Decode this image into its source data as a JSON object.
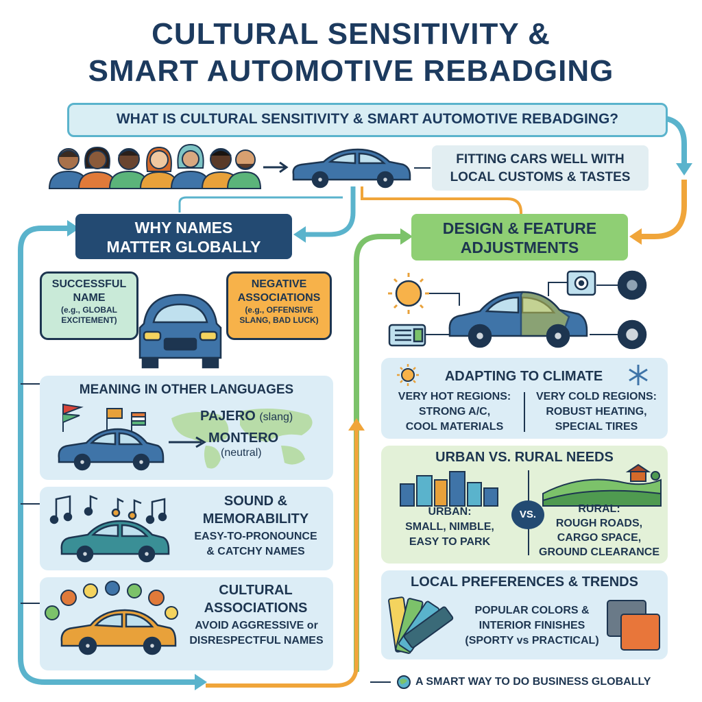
{
  "title": {
    "line1": "CULTURAL SENSITIVITY &",
    "line2": "SMART AUTOMOTIVE REBADGING"
  },
  "question": "WHAT IS CULTURAL SENSITIVITY & SMART AUTOMOTIVE REBADGING?",
  "definition": {
    "line1": "FITTING CARS WELL WITH",
    "line2": "LOCAL CUSTOMS & TASTES"
  },
  "names": {
    "heading1": "WHY NAMES",
    "heading2": "MATTER GLOBALLY",
    "success": {
      "l1": "SUCCESSFUL",
      "l2": "NAME",
      "l3": "(e.g., GLOBAL",
      "l4": "EXCITEMENT)"
    },
    "negative": {
      "l1": "NEGATIVE",
      "l2": "ASSOCIATIONS",
      "l3": "(e.g., OFFENSIVE",
      "l4": "SLANG, BAD LUCK)"
    },
    "languages": {
      "heading": "MEANING IN OTHER LANGUAGES",
      "name1": "PAJERO",
      "name1_note": "(slang)",
      "name2": "MONTERO",
      "name2_note": "(neutral)"
    },
    "sound": {
      "h1": "SOUND &",
      "h2": "MEMORABILITY",
      "d1": "EASY-TO-PRONOUNCE",
      "d2": "& CATCHY NAMES"
    },
    "cultural": {
      "h1": "CULTURAL",
      "h2": "ASSOCIATIONS",
      "d1": "AVOID AGGRESSIVE or",
      "d2": "DISRESPECTFUL NAMES"
    }
  },
  "design": {
    "heading1": "DESIGN & FEATURE",
    "heading2": "ADJUSTMENTS",
    "climate": {
      "heading": "ADAPTING TO CLIMATE",
      "hot": [
        "VERY HOT REGIONS:",
        "STRONG A/C,",
        "COOL MATERIALS"
      ],
      "cold": [
        "VERY COLD REGIONS:",
        "ROBUST HEATING,",
        "SPECIAL TIRES"
      ]
    },
    "urban": {
      "heading": "URBAN VS. RURAL NEEDS",
      "urban": [
        "URBAN:",
        "SMALL, NIMBLE,",
        "EASY TO PARK"
      ],
      "vs": "VS.",
      "rural": [
        "RURAL:",
        "ROUGH ROADS,",
        "CARGO SPACE,",
        "GROUND CLEARANCE"
      ]
    },
    "local": {
      "heading": "LOCAL PREFERENCES & TRENDS",
      "lines": [
        "POPULAR COLORS &",
        "INTERIOR FINISHES",
        "(SPORTY vs PRACTICAL)"
      ]
    }
  },
  "footer": "A SMART WAY TO DO BUSINESS GLOBALLY",
  "colors": {
    "navy": "#1c3a5e",
    "blue_flow": "#5ab3cc",
    "green_flow": "#7cc26a",
    "orange_flow": "#f0a53a",
    "panel_blue": "#dcedf6",
    "panel_green": "#e3f1d8",
    "car_blue": "#3f74a8",
    "car_orange": "#e8a13a"
  }
}
